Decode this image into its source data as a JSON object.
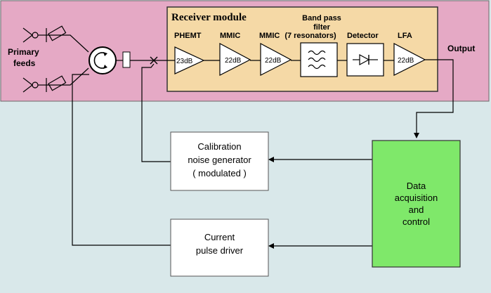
{
  "receiver_module": {
    "title": "Receiver module",
    "stages": [
      {
        "label": "PHEMT",
        "gain": "23dB"
      },
      {
        "label": "MMIC",
        "gain": "22dB"
      },
      {
        "label": "MMIC",
        "gain": "22dB"
      },
      {
        "label_lines": [
          "Band pass",
          "filter",
          "(7 resonators)"
        ]
      },
      {
        "label": "Detector"
      },
      {
        "label": "LFA",
        "gain": "22dB"
      }
    ]
  },
  "primary_feeds": {
    "line1": "Primary",
    "line2": "feeds"
  },
  "output_label": "Output",
  "calibration": {
    "line1": "Calibration",
    "line2": "noise generator",
    "line3": "( modulated )"
  },
  "pulse_driver": {
    "line1": "Current",
    "line2": "pulse driver"
  },
  "daq": {
    "line1": "Data",
    "line2": "acquisition",
    "line3": "and",
    "line4": "control"
  },
  "colors": {
    "background": "#d9e8ea",
    "pink_band": "#e5a9c5",
    "receiver_fill": "#f5d9a6",
    "daq_fill": "#7fe86a",
    "stage_fill": "#ffffff"
  }
}
